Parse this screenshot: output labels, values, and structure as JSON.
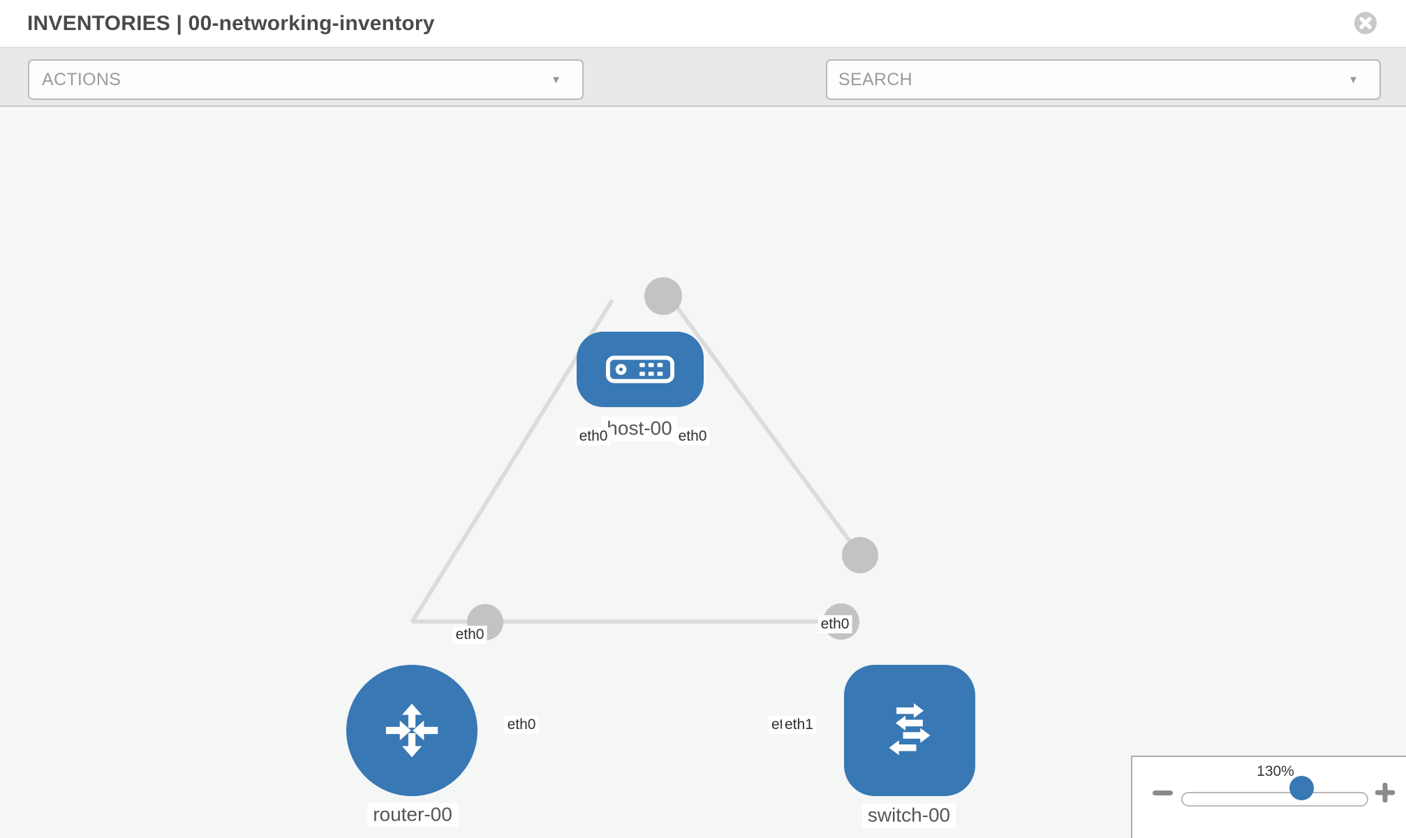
{
  "header": {
    "title": "INVENTORIES | 00-networking-inventory",
    "close_icon": "x-circle"
  },
  "toolbar": {
    "actions_placeholder": "ACTIONS",
    "search_placeholder": "SEARCH",
    "caret_glyph": "▼",
    "icons": [
      "wrench-icon",
      "key-icon"
    ]
  },
  "topology": {
    "nodes": [
      {
        "label": "host-00",
        "type": "host",
        "icon": "server-icon"
      },
      {
        "label": "router-00",
        "type": "router",
        "icon": "router-arrows-icon"
      },
      {
        "label": "switch-00",
        "type": "switch",
        "icon": "switch-arrows-icon"
      }
    ],
    "links": [
      {
        "from": "host-00",
        "to": "router-00",
        "from_interface": "eth0",
        "to_interface": "eth0"
      },
      {
        "from": "host-00",
        "to": "switch-00",
        "from_interface": "eth0",
        "to_interface": "eth0"
      },
      {
        "from": "router-00",
        "to": "switch-00",
        "from_interface": "eth0",
        "to_interface": "eth1"
      }
    ]
  },
  "zoom_control": {
    "level": "130%",
    "minus_icon": "minus",
    "plus_icon": "plus"
  },
  "colors": {
    "node_blue": "#3878b4",
    "link_gray": "#dcdcdc",
    "bubble_gray": "#c3c3c3",
    "toolbar_bg": "#e9e9e9",
    "canvas_bg": "#f5f6f6",
    "icon_slate": "#79828c"
  }
}
